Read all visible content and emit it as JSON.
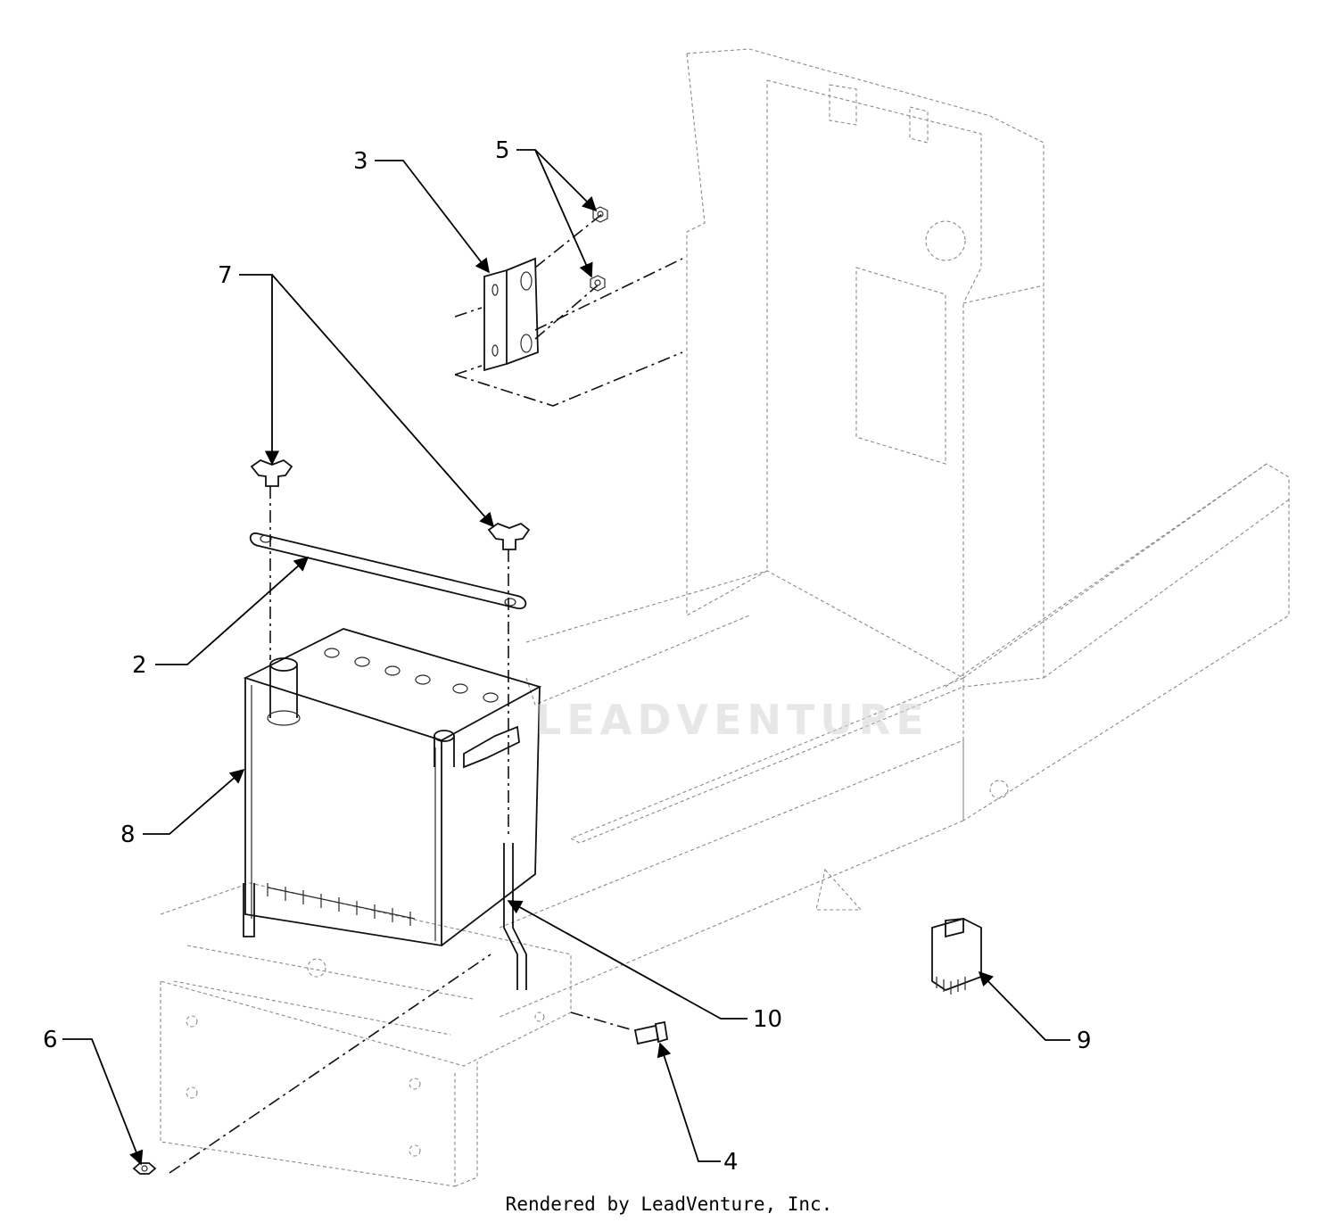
{
  "diagram": {
    "callouts": [
      {
        "id": "c1",
        "label": "2"
      },
      {
        "id": "c2",
        "label": "3"
      },
      {
        "id": "c3",
        "label": "4"
      },
      {
        "id": "c4",
        "label": "5"
      },
      {
        "id": "c5",
        "label": "6"
      },
      {
        "id": "c6",
        "label": "7"
      },
      {
        "id": "c7",
        "label": "8"
      },
      {
        "id": "c8",
        "label": "9"
      },
      {
        "id": "c9",
        "label": "10"
      }
    ],
    "footer": "Rendered by LeadVenture, Inc.",
    "watermark": "LEADVENTURE"
  }
}
